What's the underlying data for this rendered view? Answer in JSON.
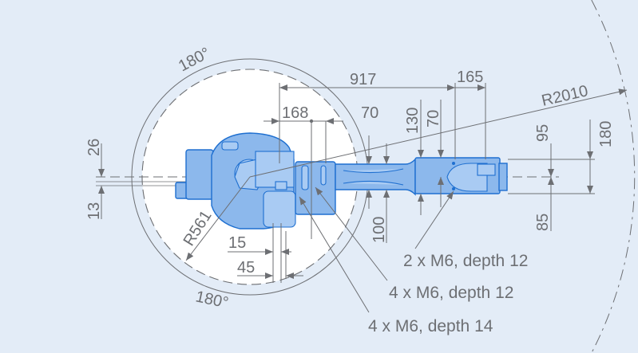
{
  "title": "Robot working envelope top view",
  "colors": {
    "background": "#e3ecf7",
    "inner_area": "#ffffff",
    "robot": "#8cb8ec",
    "robot_outline": "#1e6fd0",
    "lines": "#6d6f73"
  },
  "dimensions": {
    "rotation_top": "180°",
    "rotation_bottom": "180°",
    "d917": "917",
    "d165": "165",
    "r2010": "R2010",
    "d168": "168",
    "d70_top": "70",
    "d130": "130",
    "d70_vert": "70",
    "d95": "95",
    "d180": "180",
    "d26": "26",
    "d13": "13",
    "d100": "100",
    "d85": "85",
    "r561": "R561",
    "d15": "15",
    "d45": "45"
  },
  "notes": [
    {
      "text": "2 x M6, depth 12"
    },
    {
      "text": "4 x M6, depth 12"
    },
    {
      "text": "4 x M6, depth 14"
    }
  ]
}
